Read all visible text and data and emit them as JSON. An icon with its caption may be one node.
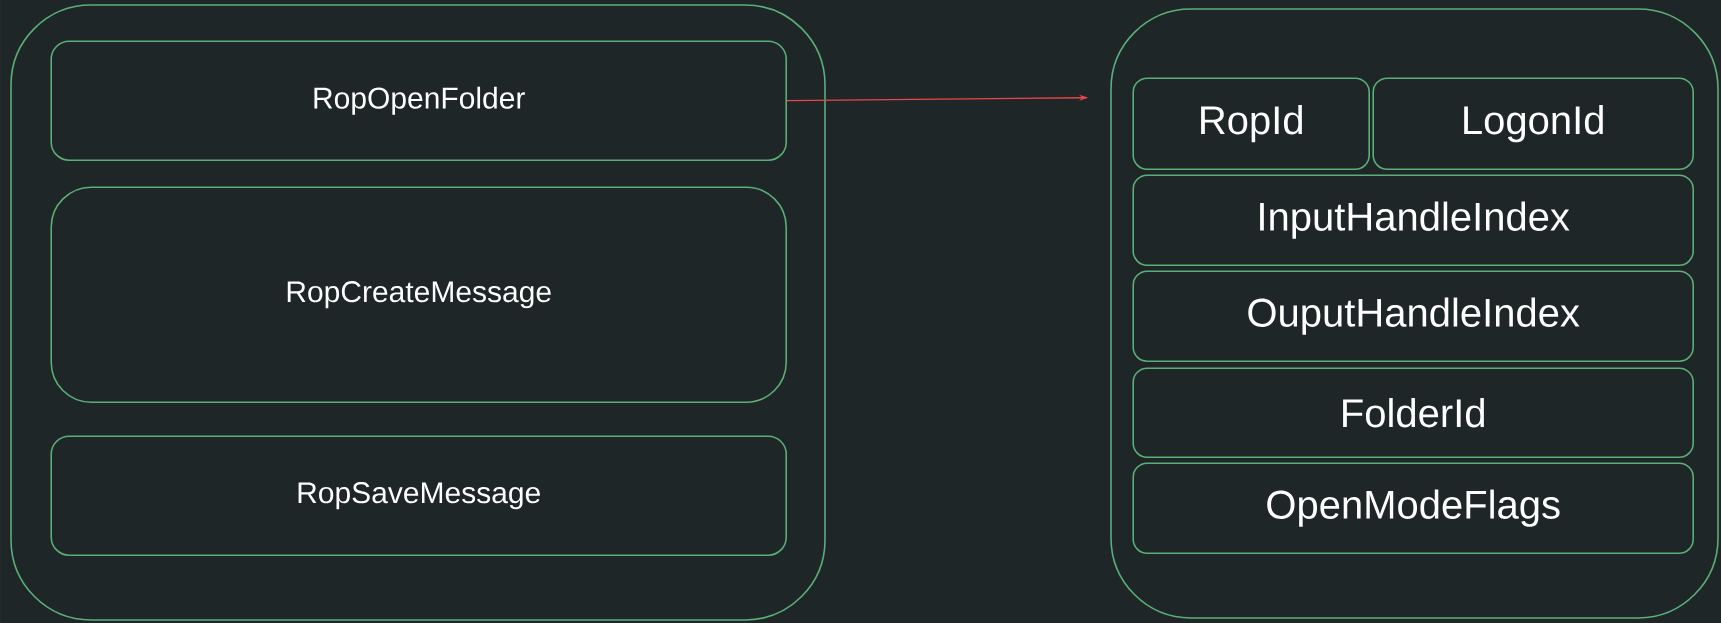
{
  "diagram": {
    "nodes": [
      {
        "text": [],
        "shape": "box"
      },
      {
        "text": [
          "RopOpenFolder"
        ],
        "in": 0
      },
      {
        "text": [
          "RopCreateMessage"
        ],
        "in": 0
      },
      {
        "text": [
          "RopSaveMessage"
        ],
        "in": 0
      },
      {
        "text": [],
        "shape": "box"
      },
      {
        "text": [
          "RopId"
        ],
        "in": 4
      },
      {
        "text": [
          "LogonId"
        ],
        "in": 4
      },
      {
        "text": [
          "InputHandleIndex"
        ],
        "in": 4
      },
      {
        "text": [
          "OuputHandleIndex"
        ],
        "in": 4
      },
      {
        "text": [
          "FolderId"
        ],
        "in": 4
      },
      {
        "text": [
          "OpenModeFlags"
        ],
        "in": 4
      }
    ],
    "edges": [
      {
        "from": 1,
        "to": 4,
        "arrow": "to",
        "color": "#e8474a"
      }
    ]
  }
}
